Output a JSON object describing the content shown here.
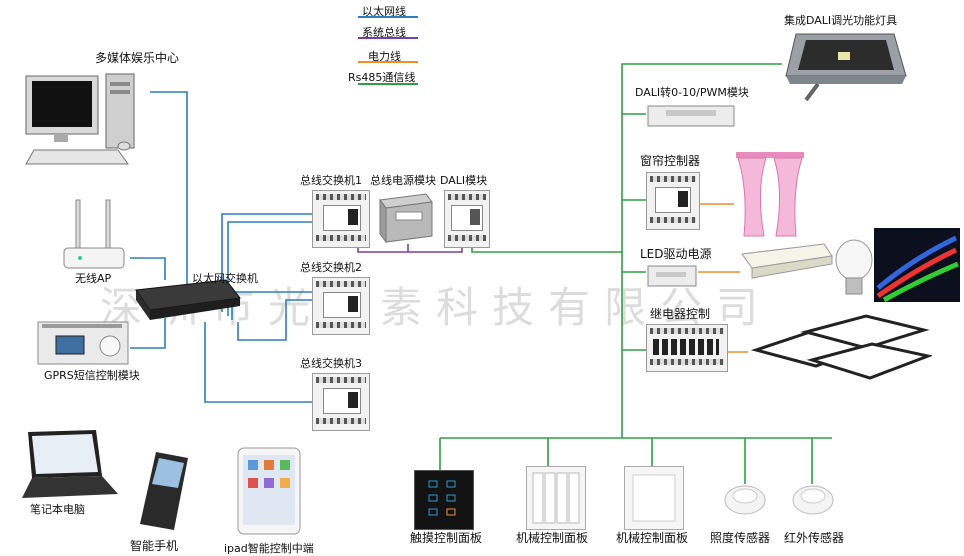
{
  "legend": [
    {
      "label": "以太网线",
      "color": "#2b7fbf"
    },
    {
      "label": "系统总线",
      "color": "#7b3fa0"
    },
    {
      "label": "电力线",
      "color": "#f08c2a"
    },
    {
      "label": "Rs485通信线",
      "color": "#2ea043"
    }
  ],
  "labels": {
    "multimedia": "多媒体娱乐中心",
    "wireless_ap": "无线AP",
    "gprs": "GPRS短信控制模块",
    "ethernet_switch": "以太网交换机",
    "bus_switch_1": "总线交换机1",
    "bus_switch_2": "总线交换机2",
    "bus_switch_3": "总线交换机3",
    "bus_power": "总线电源模块",
    "dali_module": "DALI模块",
    "dali_converter": "DALI转0-10/PWM模块",
    "dali_lamp": "集成DALI调光功能灯具",
    "curtain_controller": "窗帘控制器",
    "led_driver": "LED驱动电源",
    "relay_controller": "继电器控制",
    "laptop": "笔记本电脑",
    "phone": "智能手机",
    "ipad": "ipad智能控制中端",
    "touch_panel": "触摸控制面板",
    "mech_panel_1": "机械控制面板",
    "mech_panel_2": "机械控制面板",
    "light_sensor": "照度传感器",
    "ir_sensor": "红外传感器"
  },
  "watermark": "深圳市光元素科技有限公司"
}
